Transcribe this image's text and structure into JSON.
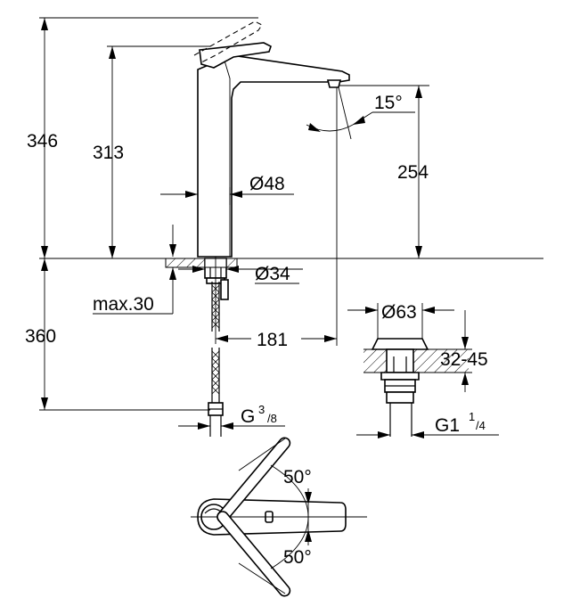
{
  "dimensions": {
    "overall_height": "346",
    "spout_height": "313",
    "outlet_height": "254",
    "outlet_angle": "15°",
    "body_diameter": "Ø48",
    "hole_diameter": "Ø34",
    "max_deck_thickness": "max.30",
    "hose_length": "360",
    "projection": "181",
    "connection_main": "G",
    "connection_sup": "3",
    "connection_sub": "/8",
    "waste_diameter": "Ø63",
    "waste_range": "32-45",
    "waste_thread_main": "G1",
    "waste_thread_sup": "1",
    "waste_thread_sub": "/4",
    "rotation_up": "50°",
    "rotation_down": "50°"
  }
}
